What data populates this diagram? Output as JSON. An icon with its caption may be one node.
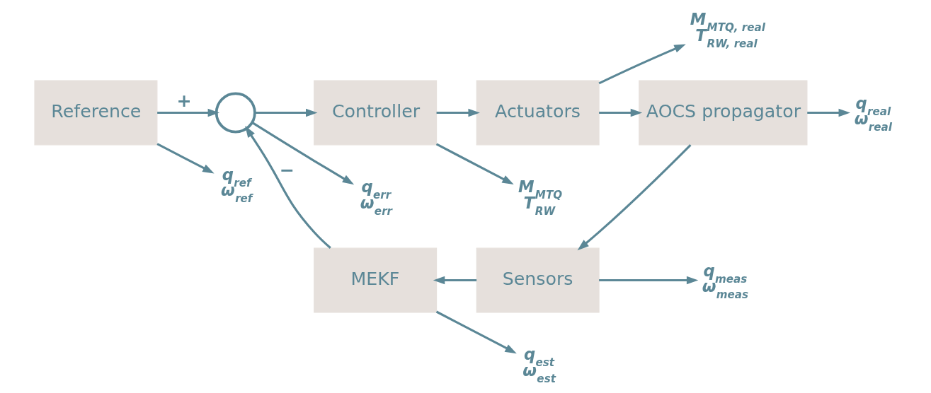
{
  "diagram": {
    "nodes": [
      {
        "text": [
          "Reference"
        ]
      },
      {
        "text": [],
        "shape": "circle"
      },
      {
        "text": [
          "Controller"
        ]
      },
      {
        "text": [
          "Actuators"
        ]
      },
      {
        "text": [
          "AOCS propagator"
        ]
      },
      {
        "text": [
          "Sensors"
        ]
      },
      {
        "text": [
          "MEKF"
        ]
      },
      {
        "text": [
          "q$_{ref}$",
          "ω$_{ref}$"
        ]
      },
      {
        "text": [
          "q$_{err}$",
          "ω$_{err}$"
        ]
      },
      {
        "text": [
          "M$_{MTQ}$",
          "T$_{RW}$"
        ]
      },
      {
        "text": [
          "M$_{MTQ, real}$",
          "T$_{RW, real}$"
        ]
      },
      {
        "text": [
          "q$_{real}$",
          "ω$_{real}$"
        ]
      },
      {
        "text": [
          "q$_{est}$",
          "ω$_{est}$"
        ]
      },
      {
        "text": [
          "q$_{meas}$",
          "ω$_{meas}$"
        ]
      }
    ],
    "edges": [
      {
        "from": 0,
        "to": 1,
        "arrow": "to",
        "label": "+"
      },
      {
        "from": 0,
        "to": 7,
        "arrow": "to"
      },
      {
        "from": 1,
        "to": 2,
        "arrow": "to"
      },
      {
        "from": 1,
        "to": 8,
        "arrow": "to"
      },
      {
        "from": 2,
        "to": 3,
        "arrow": "to"
      },
      {
        "from": 2,
        "to": 9,
        "arrow": "to"
      },
      {
        "from": 3,
        "to": 4,
        "arrow": "to"
      },
      {
        "from": 3,
        "to": 10,
        "arrow": "to"
      },
      {
        "from": 4,
        "to": 11,
        "arrow": "to"
      },
      {
        "from": 4,
        "to": 5,
        "arrow": "to"
      },
      {
        "from": 5,
        "to": 6,
        "arrow": "to"
      },
      {
        "from": 5,
        "to": 13,
        "arrow": "to"
      },
      {
        "from": 6,
        "to": 1,
        "arrow": "to",
        "label": "−"
      },
      {
        "from": 6,
        "to": 12,
        "arrow": "to"
      }
    ]
  }
}
